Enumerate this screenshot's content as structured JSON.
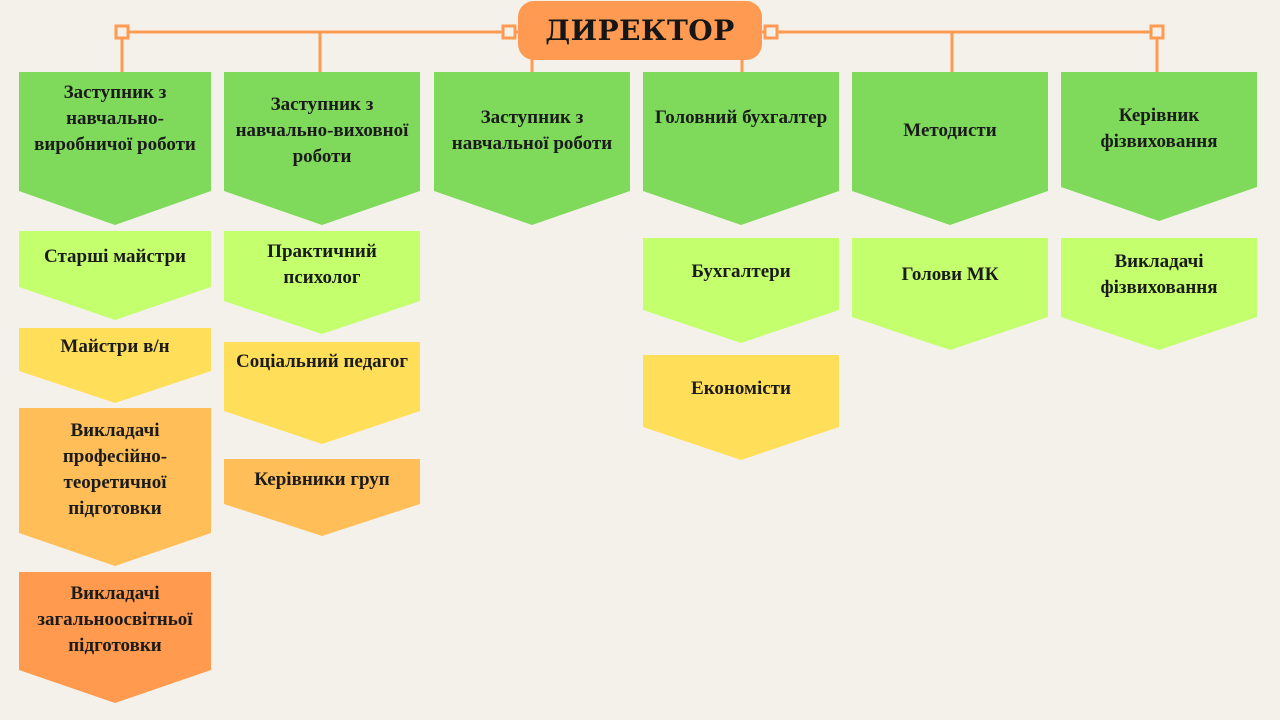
{
  "director": {
    "label": "ДИРЕКТОР"
  },
  "columns": [
    {
      "head": "Заступник з навчально-виробничої роботи",
      "subs": [
        "Старші майстри",
        "Майстри в/н",
        "Викладачі професійно-теоретичної підготовки",
        "Викладачі загальноосвітньої підготовки"
      ]
    },
    {
      "head": "Заступник з навчально-виховної роботи",
      "subs": [
        "Практичний психолог",
        "Соціальний педагог",
        "Керівники груп"
      ]
    },
    {
      "head": "Заступник з навчальної роботи",
      "subs": []
    },
    {
      "head": "Головний бухгалтер",
      "subs": [
        "Бухгалтери",
        "Економісти"
      ]
    },
    {
      "head": "Методисти",
      "subs": [
        "Голови МК"
      ]
    },
    {
      "head": "Керівник фізвиховання",
      "subs": [
        "Викладачі фізвиховання"
      ]
    }
  ],
  "colors": {
    "director": "#ff9a52",
    "connector": "#ff9a52",
    "head": "#7fda5b",
    "level1": "#c4ff6e",
    "level2": "#ffdf59",
    "level3": "#ffbe57",
    "level4": "#ff9a4e",
    "background": "#f3f1ea"
  }
}
